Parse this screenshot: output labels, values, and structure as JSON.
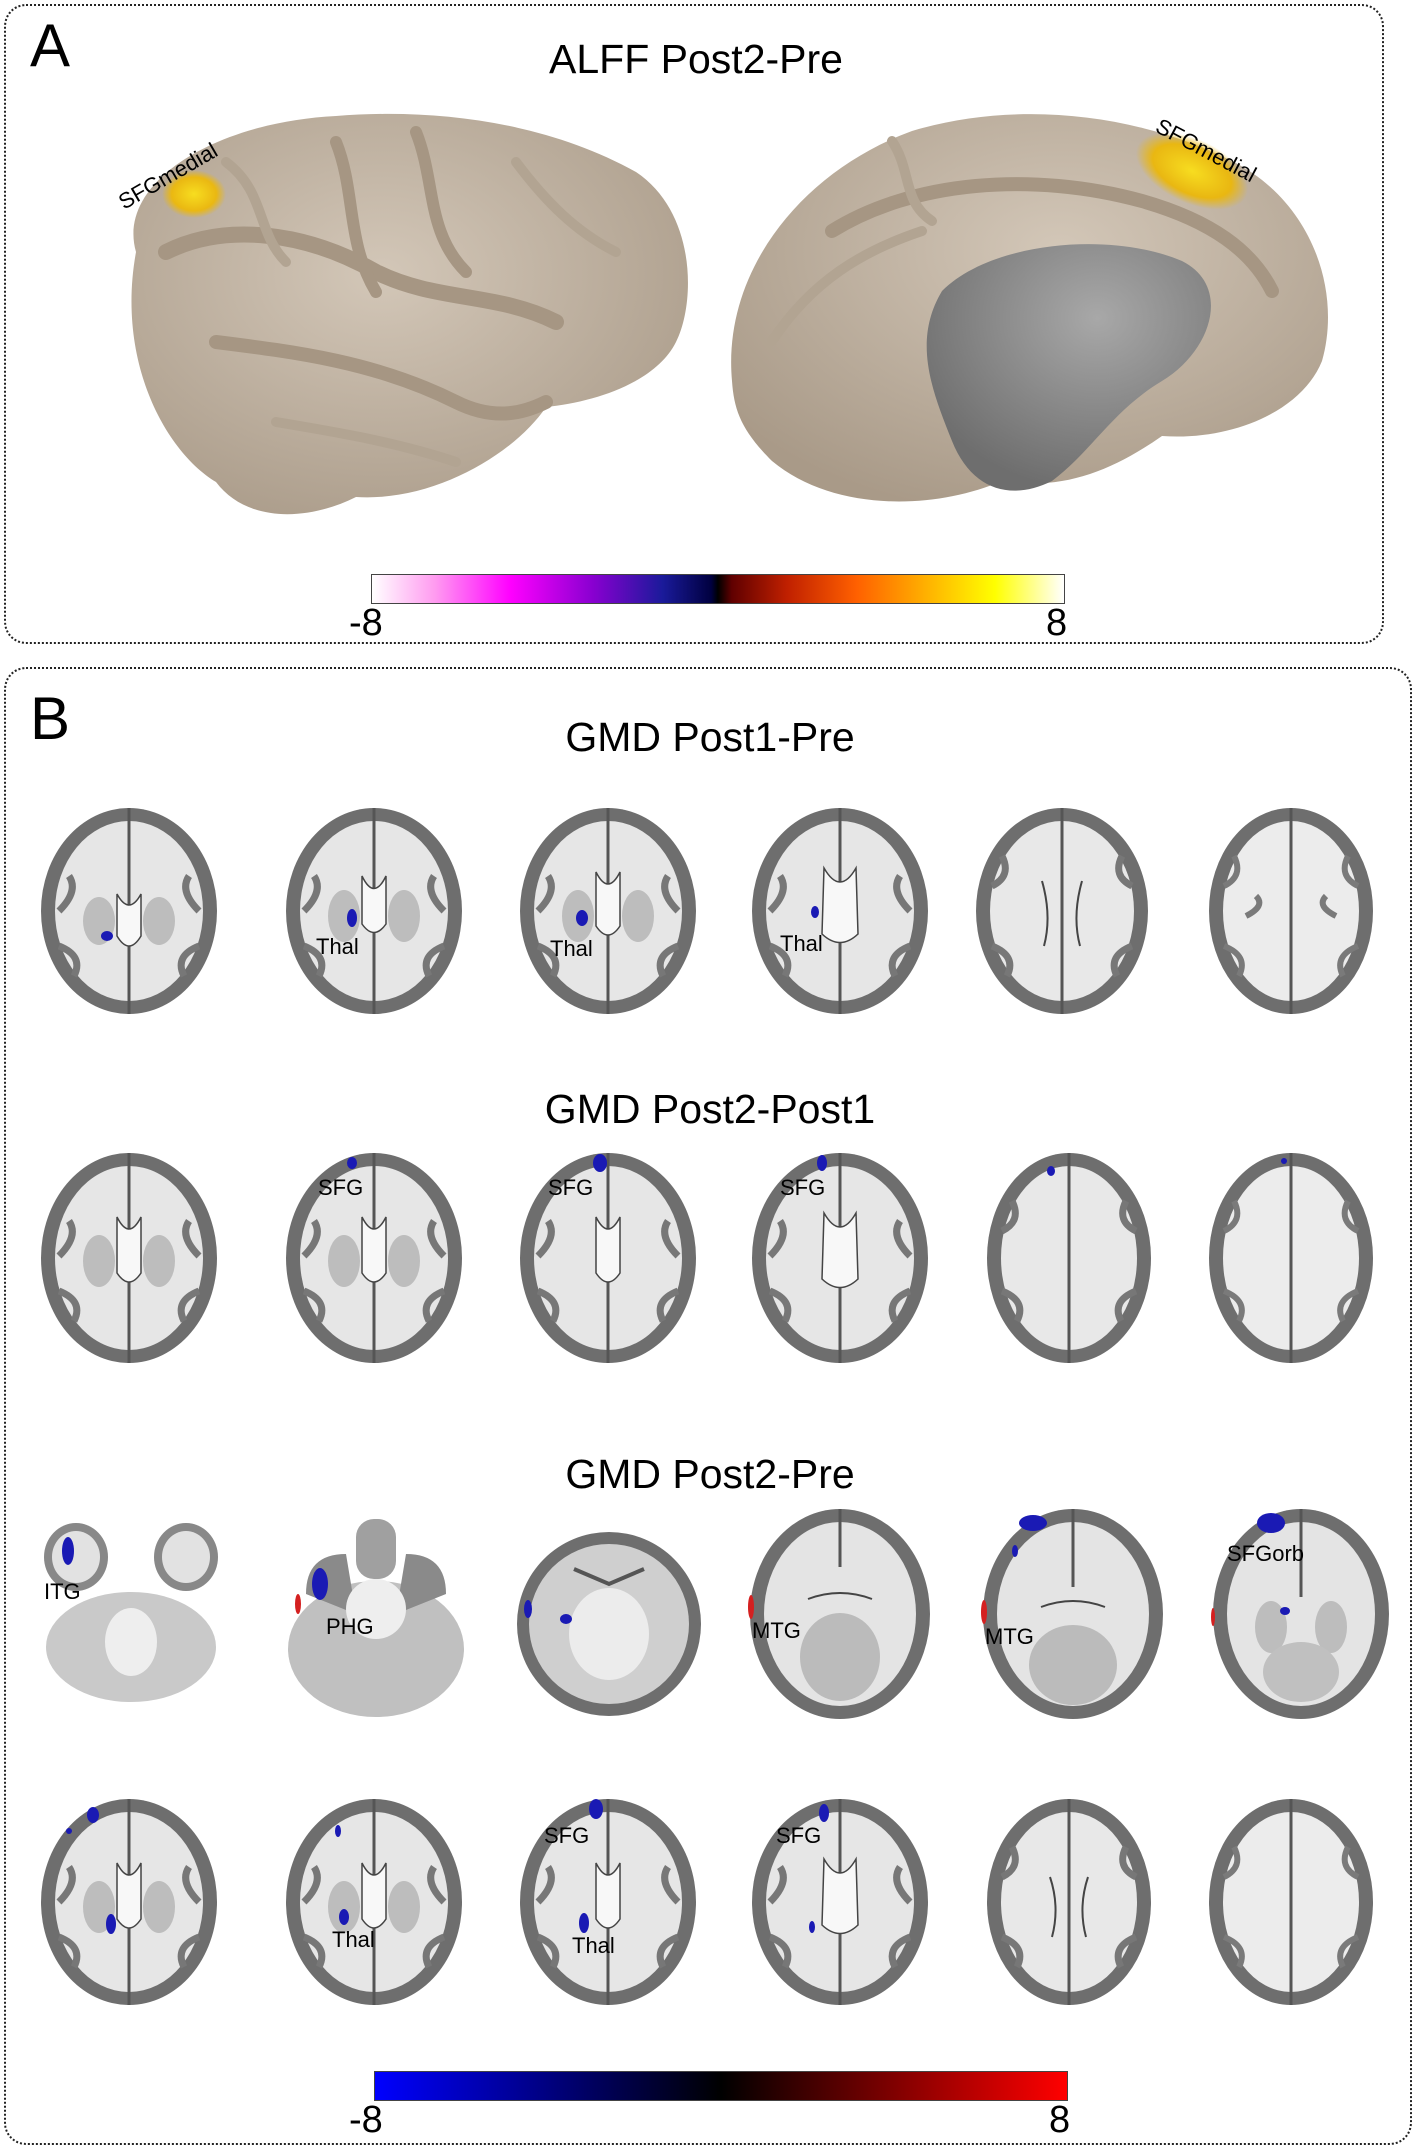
{
  "panelA": {
    "letter": "A",
    "title": "ALFF Post2-Pre",
    "lateral_label": "SFGmedial",
    "medial_label": "SFGmedial",
    "colorbar": {
      "min": "-8",
      "max": "8"
    }
  },
  "panelB": {
    "letter": "B",
    "row1": {
      "title": "GMD Post1-Pre",
      "labels": [
        "",
        "Thal",
        "Thal",
        "Thal",
        "",
        ""
      ]
    },
    "row2": {
      "title": "GMD Post2-Post1",
      "labels": [
        "",
        "SFG",
        "SFG",
        "SFG",
        "",
        ""
      ]
    },
    "row3": {
      "title": "GMD Post2-Pre",
      "labels": [
        "ITG",
        "PHG",
        "",
        "MTG",
        "MTG",
        "SFGorb"
      ]
    },
    "row4": {
      "labels": [
        "",
        "Thal",
        "SFG",
        "SFG",
        "",
        ""
      ],
      "sublabels": [
        "",
        "",
        "Thal",
        "",
        "",
        ""
      ]
    },
    "colorbar": {
      "min": "-8",
      "max": "8"
    }
  },
  "colors": {
    "cortex": "#c6b8a7",
    "sulcus": "#ad9f8d",
    "medial_wall": "#9a9a9a",
    "activation_hot": "#f0c010",
    "activation_neg": "#1a1ab4",
    "activation_pos": "#d42020"
  }
}
